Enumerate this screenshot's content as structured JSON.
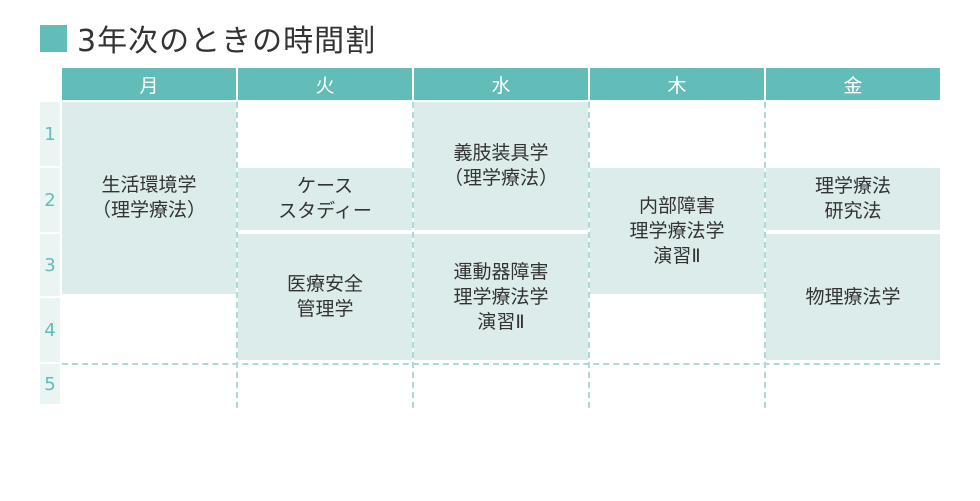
{
  "title": "3年次のときの時間割",
  "days": [
    "月",
    "火",
    "水",
    "木",
    "金"
  ],
  "periods": [
    "1",
    "2",
    "3",
    "4",
    "5"
  ],
  "classes": [
    {
      "name": "生活環境学\n（理学療法）",
      "day": 0,
      "start": 1,
      "end": 3
    },
    {
      "name": "ケース\nスタディー",
      "day": 1,
      "start": 2,
      "end": 2
    },
    {
      "name": "医療安全\n管理学",
      "day": 1,
      "start": 3,
      "end": 4
    },
    {
      "name": "義肢装具学\n（理学療法）",
      "day": 2,
      "start": 1,
      "end": 2
    },
    {
      "name": "運動器障害\n理学療法学\n演習Ⅱ",
      "day": 2,
      "start": 3,
      "end": 4
    },
    {
      "name": "内部障害\n理学療法学\n演習Ⅱ",
      "day": 3,
      "start": 2,
      "end": 3
    },
    {
      "name": "理学療法\n研究法",
      "day": 4,
      "start": 2,
      "end": 2
    },
    {
      "name": "物理療法学",
      "day": 4,
      "start": 3,
      "end": 4
    }
  ],
  "colors": {
    "accent": "#62bcb8",
    "cell": "#dcecea",
    "period_bg": "#e9f4f3",
    "dash": "#a9dcd6"
  }
}
